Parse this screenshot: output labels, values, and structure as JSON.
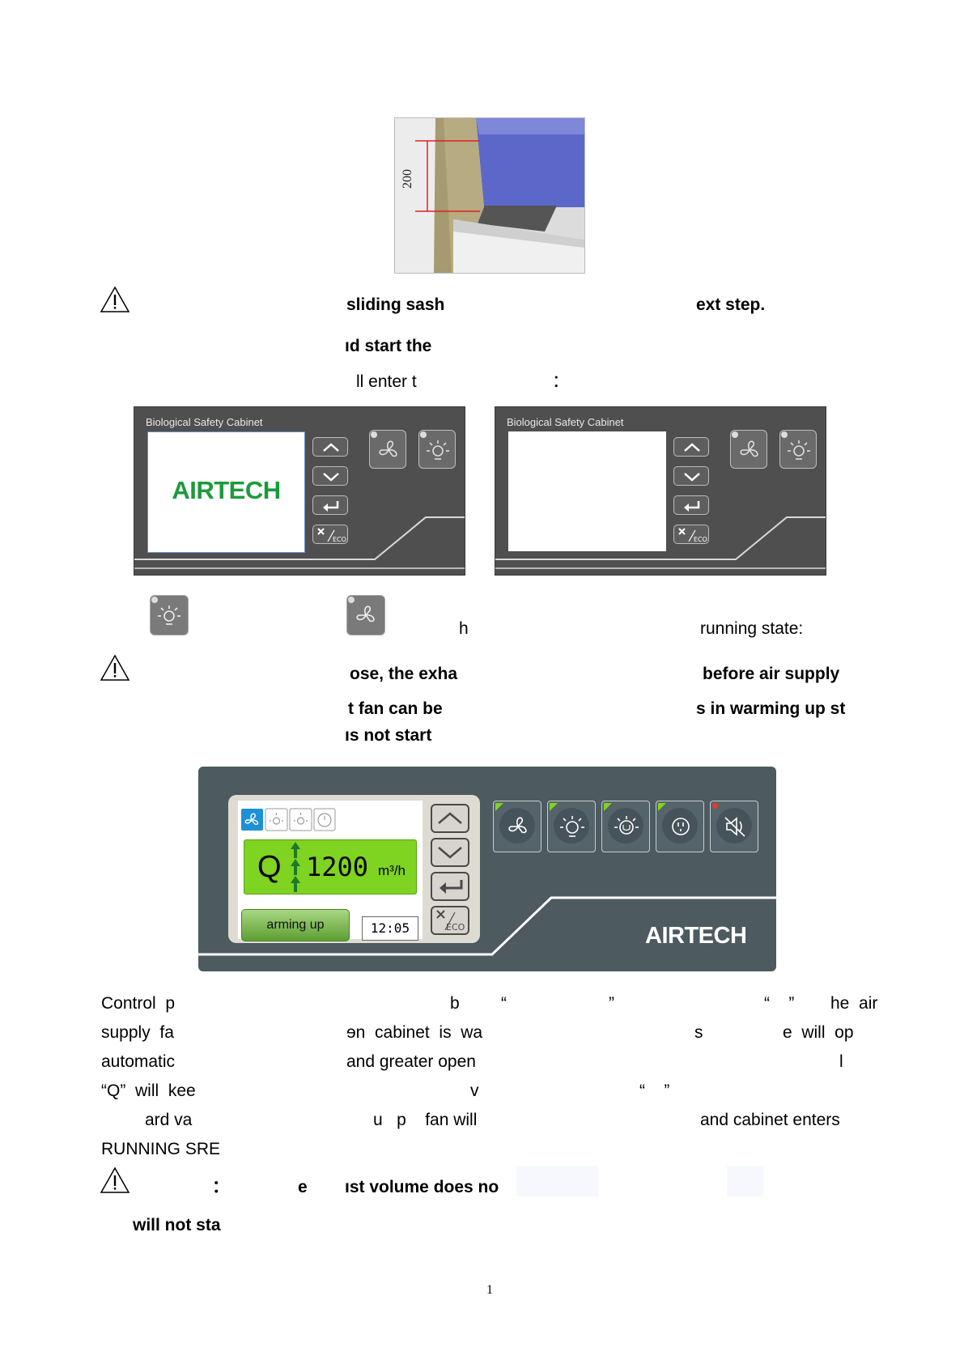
{
  "photo": {
    "dimension_label": "200"
  },
  "lines": {
    "l1a": "sliding sash",
    "l1b": "ext step.",
    "l2": "ıd start the",
    "l3a": "ll enter t",
    "l3b": "：",
    "l4a": "h",
    "l4b": "running state:",
    "l5a": "ose, the exha",
    "l5b": "before air supply",
    "l6a": "t fan can be",
    "l6b": "s in warming up st",
    "l7": "ıs not start",
    "p1a": "Control  p",
    "p1b": "b",
    "p1c": "“",
    "p1d": "”",
    "p1e": "“    ”",
    "p1f": "he  air",
    "p2a": "supply  fa",
    "p2b": "ɘn  cabinet  is  wa",
    "p2c": "s",
    "p2d": "e  will  op",
    "p3a": "automatic",
    "p3b": "and greater open",
    "p3c": "l",
    "p4a": "“Q”  will  kee",
    "p4b": "v",
    "p4c": "“    ”",
    "p5a": "ard va",
    "p5b": "u   p    fan will",
    "p5c": "and cabinet enters",
    "p6": "RUNNING SRE",
    "w3a": "：",
    "w3b": "e",
    "w3c": "ıst volume does no",
    "w4": "will not sta"
  },
  "panel_left": {
    "title": "Biological Safety Cabinet",
    "logo": "AIRTECH"
  },
  "panel_right": {
    "title": "Biological Safety Cabinet"
  },
  "panel_big": {
    "q_letter": "Q",
    "q_value": "1200",
    "q_unit": "m³/h",
    "warm_label": "arming up",
    "clock": "12:05",
    "logo": "AIRTECH"
  },
  "page_number": "1"
}
